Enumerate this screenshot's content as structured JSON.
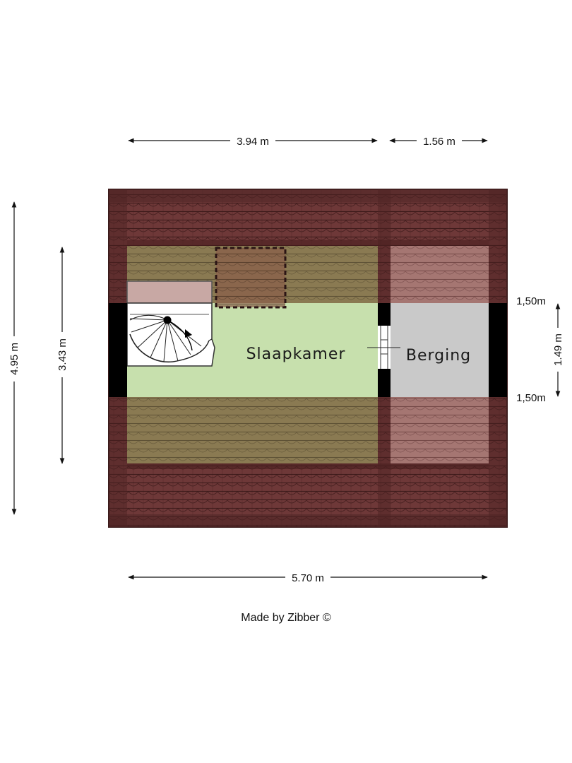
{
  "dimensions": {
    "top_left_width": "3.94 m",
    "top_right_width": "1.56 m",
    "bottom_total_width": "5.70 m",
    "left_total_height": "4.95 m",
    "left_inner_height": "3.43 m",
    "right_height": "1.49 m",
    "right_upper_height": "1,50m",
    "right_lower_height": "1,50m"
  },
  "rooms": {
    "bedroom": "Slaapkamer",
    "storage": "Berging"
  },
  "credit": "Made by Zibber ©",
  "colors": {
    "roof_tile": "#6b3434",
    "bedroom_floor": "#c7e0ad",
    "storage_floor": "#c9c9c9",
    "wall": "#000000"
  }
}
